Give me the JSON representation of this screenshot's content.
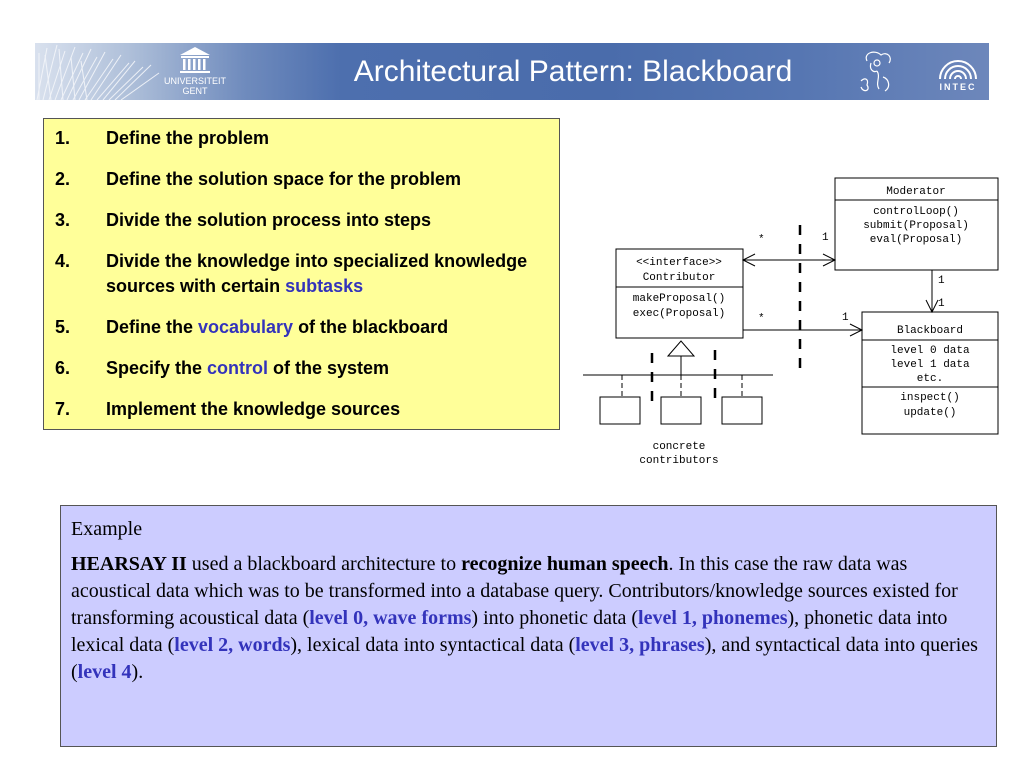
{
  "header": {
    "title": "Architectural Pattern: Blackboard",
    "university_line1": "UNIVERSITEIT",
    "university_line2": "GENT",
    "intec_label": "INTEC",
    "logos": [
      "ugent-building-icon",
      "athena-sketch-icon",
      "intec-arcs-icon"
    ]
  },
  "steps": [
    {
      "num": "1.",
      "parts": [
        {
          "text": "Define the problem"
        }
      ]
    },
    {
      "num": "2.",
      "parts": [
        {
          "text": "Define the solution space for the problem"
        }
      ]
    },
    {
      "num": "3.",
      "parts": [
        {
          "text": "Divide the solution process into steps"
        }
      ]
    },
    {
      "num": "4.",
      "parts": [
        {
          "text": "Divide the knowledge into specialized knowledge sources with certain "
        },
        {
          "text": "subtasks",
          "hl": true
        }
      ]
    },
    {
      "num": "5.",
      "parts": [
        {
          "text": "Define the "
        },
        {
          "text": "vocabulary",
          "hl": true
        },
        {
          "text": " of the blackboard"
        }
      ]
    },
    {
      "num": "6.",
      "parts": [
        {
          "text": "Specify the "
        },
        {
          "text": "control",
          "hl": true
        },
        {
          "text": " of the system"
        }
      ]
    },
    {
      "num": "7.",
      "parts": [
        {
          "text": "Implement the knowledge sources"
        }
      ]
    }
  ],
  "diagram": {
    "moderator": {
      "name": "Moderator",
      "ops": [
        "controlLoop()",
        "submit(Proposal)",
        "eval(Proposal)"
      ]
    },
    "contributor": {
      "stereotype": "<<interface>>",
      "name": "Contributor",
      "ops": [
        "makeProposal()",
        "exec(Proposal)"
      ]
    },
    "blackboard": {
      "name": "Blackboard",
      "attrs": [
        "level 0 data",
        "level 1 data",
        "etc."
      ],
      "ops": [
        "inspect()",
        "update()"
      ]
    },
    "multiplicities": {
      "contrib_moderator_star": "*",
      "contrib_moderator_one": "1",
      "moderator_blackboard_one_a": "1",
      "moderator_blackboard_one_b": "1",
      "contrib_blackboard_star": "*",
      "contrib_blackboard_one": "1"
    },
    "concrete_label_1": "concrete",
    "concrete_label_2": "contributors"
  },
  "example": {
    "heading": "Example",
    "parts": [
      {
        "text": "HEARSAY II",
        "style": "b"
      },
      {
        "text": " used a blackboard architecture to "
      },
      {
        "text": "recognize human speech",
        "style": "b"
      },
      {
        "text": ". In this case the raw data was acoustical data which was to be transformed into a database query. Contributors/knowledge sources existed for transforming acoustical data ("
      },
      {
        "text": "level 0, wave forms",
        "style": "lvl"
      },
      {
        "text": ") into phonetic data ("
      },
      {
        "text": "level 1, phonemes",
        "style": "lvl"
      },
      {
        "text": "), phonetic data into lexical data ("
      },
      {
        "text": "level 2, words",
        "style": "lvl"
      },
      {
        "text": "), lexical data into syntactical data ("
      },
      {
        "text": "level 3, phrases",
        "style": "lvl"
      },
      {
        "text": "), and syntactical data into queries ("
      },
      {
        "text": "level 4",
        "style": "lvl"
      },
      {
        "text": ")."
      }
    ]
  },
  "colors": {
    "banner": "#4a6cab",
    "steps_bg": "#ffff99",
    "example_bg": "#ccccff",
    "highlight": "#3333bb"
  }
}
